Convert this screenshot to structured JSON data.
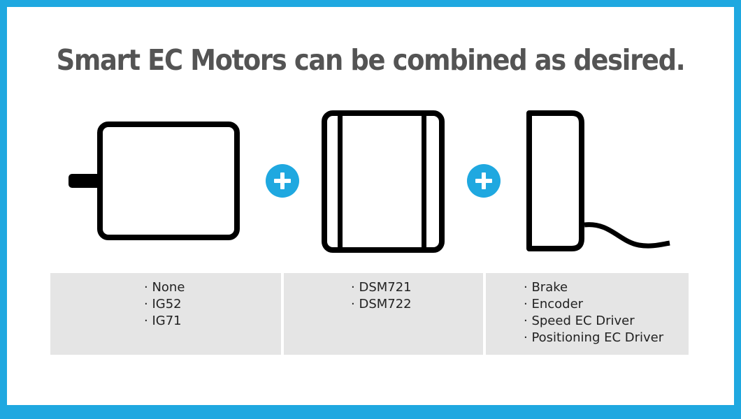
{
  "title": "Smart EC Motors can be combined as desired.",
  "colors": {
    "border": "#1fa8e0",
    "plus_circle": "#1fa8e0",
    "outline": "#000000",
    "panel_bg": "#e5e5e5",
    "title_text": "#545454"
  },
  "icons": [
    "gearbox-icon",
    "plus-icon",
    "motor-icon",
    "plus-icon",
    "driver-icon"
  ],
  "panels": [
    {
      "items": [
        "None",
        "IG52",
        "IG71"
      ]
    },
    {
      "items": [
        "DSM721",
        "DSM722"
      ]
    },
    {
      "items": [
        "Brake",
        "Encoder",
        "Speed EC Driver",
        "Positioning EC Driver"
      ]
    }
  ]
}
